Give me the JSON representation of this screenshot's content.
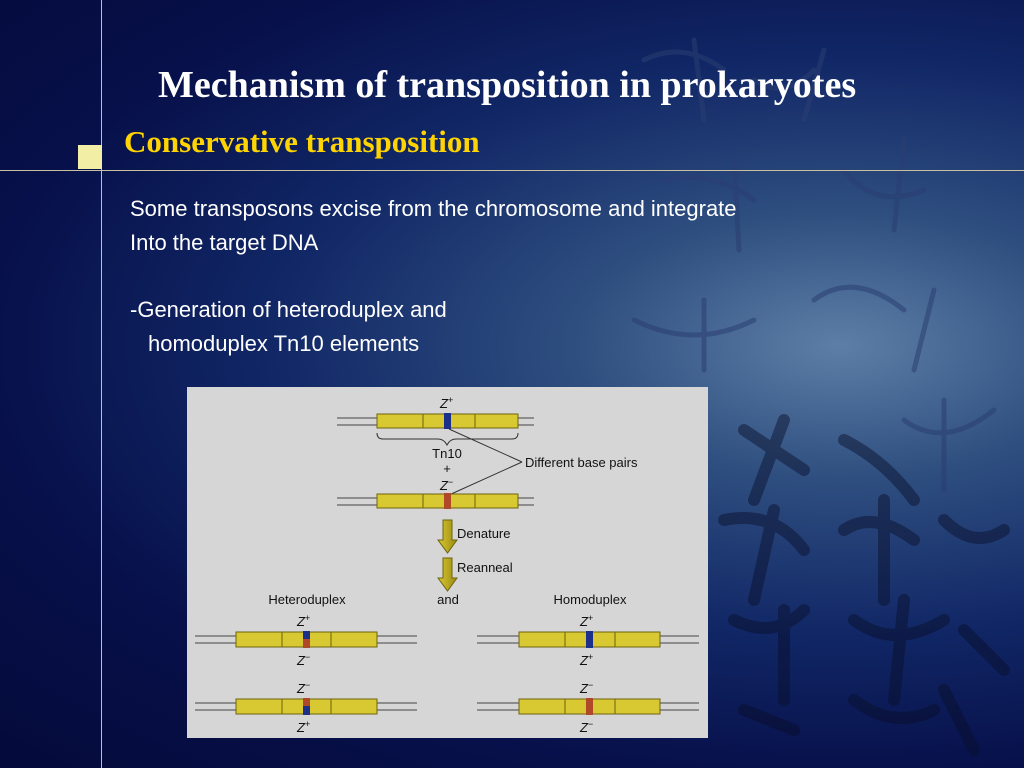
{
  "slide": {
    "title": "Mechanism of transposition in prokaryotes",
    "subtitle": "Conservative transposition",
    "paragraph": {
      "line1": "Some transposons excise from the chromosome and integrate",
      "line2": "Into the target DNA"
    },
    "point": {
      "line1": "-Generation of heteroduplex and",
      "line2": "homoduplex Tn10 elements"
    },
    "colors": {
      "title": "#ffffff",
      "subtitle": "#ffd400",
      "transposon": "#d8c832",
      "z_plus_marker": "#1c2f8a",
      "z_minus_marker": "#b0482a",
      "figure_background": "#d6d6d6"
    }
  },
  "diagram": {
    "top": {
      "z_plus": {
        "letter": "Z",
        "sign": "+"
      },
      "tn10_label": "Tn10",
      "plus_sign": "+",
      "z_minus": {
        "letter": "Z",
        "sign": "−"
      },
      "different_base_pairs": "Different base pairs"
    },
    "steps": {
      "denature": "Denature",
      "reanneal": "Reanneal"
    },
    "headers": {
      "heteroduplex": "Heteroduplex",
      "and": "and",
      "homoduplex": "Homoduplex"
    },
    "elements": {
      "het1": {
        "top": {
          "letter": "Z",
          "sign": "+"
        },
        "bottom": {
          "letter": "Z",
          "sign": "−"
        }
      },
      "het2": {
        "top": {
          "letter": "Z",
          "sign": "−"
        },
        "bottom": {
          "letter": "Z",
          "sign": "+"
        }
      },
      "hom1": {
        "top": {
          "letter": "Z",
          "sign": "+"
        },
        "bottom": {
          "letter": "Z",
          "sign": "+"
        }
      },
      "hom2": {
        "top": {
          "letter": "Z",
          "sign": "−"
        },
        "bottom": {
          "letter": "Z",
          "sign": "−"
        }
      }
    }
  }
}
